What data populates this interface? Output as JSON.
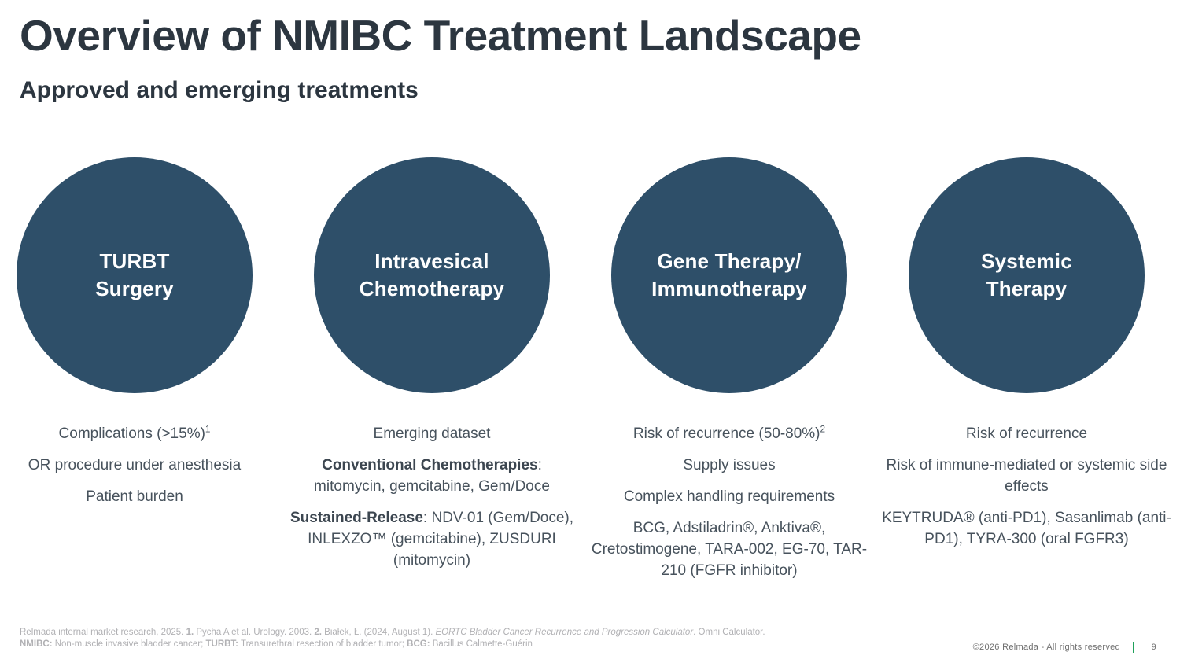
{
  "header": {
    "title": "Overview of NMIBC Treatment Landscape",
    "subtitle": "Approved and emerging treatments"
  },
  "colors": {
    "circle_fill": "#2e4f69",
    "heading_text": "#2c3640",
    "body_text": "#47525c",
    "footnote_text": "#b1b1b4",
    "copyright_text": "#6e6e6e",
    "page_separator": "#1fa15b"
  },
  "columns": [
    {
      "circle": [
        "TURBT",
        "Surgery"
      ],
      "notes": [
        {
          "runs": [
            {
              "t": "Complications (>15%)"
            },
            {
              "t": "1",
              "style": "sup"
            }
          ]
        },
        {
          "runs": [
            {
              "t": "OR procedure under anesthesia"
            }
          ]
        },
        {
          "runs": [
            {
              "t": "Patient burden"
            }
          ]
        }
      ]
    },
    {
      "circle": [
        "Intravesical",
        "Chemotherapy"
      ],
      "notes": [
        {
          "runs": [
            {
              "t": "Emerging dataset"
            }
          ]
        },
        {
          "runs": [
            {
              "t": "Conventional Chemotherapies",
              "style": "bold"
            },
            {
              "t": ": mitomycin, gemcitabine, Gem/Doce"
            }
          ]
        },
        {
          "runs": [
            {
              "t": "Sustained-Release",
              "style": "bold"
            },
            {
              "t": ": NDV-01 (Gem/Doce), INLEXZO™ (gemcitabine), ZUSDURI (mitomycin)"
            }
          ]
        }
      ]
    },
    {
      "circle": [
        "Gene Therapy/",
        "Immunotherapy"
      ],
      "notes": [
        {
          "runs": [
            {
              "t": "Risk of recurrence (50-80%)"
            },
            {
              "t": "2",
              "style": "sup"
            }
          ]
        },
        {
          "runs": [
            {
              "t": "Supply issues"
            }
          ]
        },
        {
          "runs": [
            {
              "t": "Complex handling requirements"
            }
          ]
        },
        {
          "runs": [
            {
              "t": "BCG, Adstiladrin®, Anktiva®, Cretostimogene, TARA-002, EG-70, TAR-210 (FGFR inhibitor)"
            }
          ]
        }
      ]
    },
    {
      "circle": [
        "Systemic",
        "Therapy"
      ],
      "notes": [
        {
          "runs": [
            {
              "t": "Risk of recurrence"
            }
          ]
        },
        {
          "runs": [
            {
              "t": "Risk of immune-mediated or systemic side effects"
            }
          ]
        },
        {
          "runs": [
            {
              "t": "KEYTRUDA® (anti-PD1), Sasanlimab (anti-PD1), TYRA-300 (oral FGFR3)"
            }
          ]
        }
      ]
    }
  ],
  "footer": {
    "reference_line_1": [
      {
        "t": "Relmada internal market research, 2025. "
      },
      {
        "t": "1.",
        "style": "bold"
      },
      {
        "t": " Pycha A et al. Urology. 2003. "
      },
      {
        "t": "2.",
        "style": "bold"
      },
      {
        "t": " Białek, Ł. (2024, August 1). "
      },
      {
        "t": "EORTC Bladder Cancer Recurrence and Progression Calculator",
        "style": "italic"
      },
      {
        "t": ". Omni Calculator."
      }
    ],
    "reference_line_2": [
      {
        "t": "NMIBC:",
        "style": "bold"
      },
      {
        "t": " Non-muscle invasive bladder cancer; "
      },
      {
        "t": "TURBT:",
        "style": "bold"
      },
      {
        "t": " Transurethral resection of bladder tumor; "
      },
      {
        "t": "BCG:",
        "style": "bold"
      },
      {
        "t": " Bacillus Calmette-Guérin"
      }
    ],
    "copyright": "©2026 Relmada - All rights reserved",
    "page_number": "9"
  }
}
